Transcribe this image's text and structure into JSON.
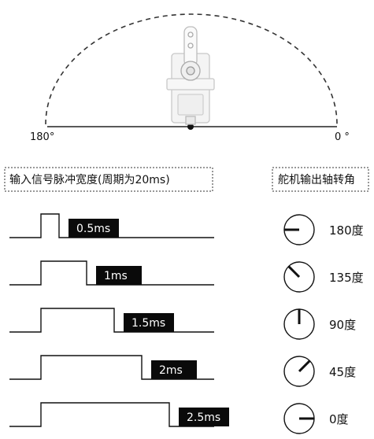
{
  "arc": {
    "left_label": "180°",
    "right_label": "0 °"
  },
  "headers": {
    "signal": "输入信号脉冲宽度(周期为20ms)",
    "output": "舵机输出轴转角"
  },
  "rows": [
    {
      "pulse": "0.5ms",
      "width_ms": 0.5,
      "angle": "180度",
      "angle_deg": 180
    },
    {
      "pulse": "1ms",
      "width_ms": 1.0,
      "angle": "135度",
      "angle_deg": 135
    },
    {
      "pulse": "1.5ms",
      "width_ms": 1.5,
      "angle": "90度",
      "angle_deg": 90
    },
    {
      "pulse": "2ms",
      "width_ms": 2.0,
      "angle": "45度",
      "angle_deg": 45
    },
    {
      "pulse": "2.5ms",
      "width_ms": 2.5,
      "angle": "0度",
      "angle_deg": 0
    }
  ]
}
